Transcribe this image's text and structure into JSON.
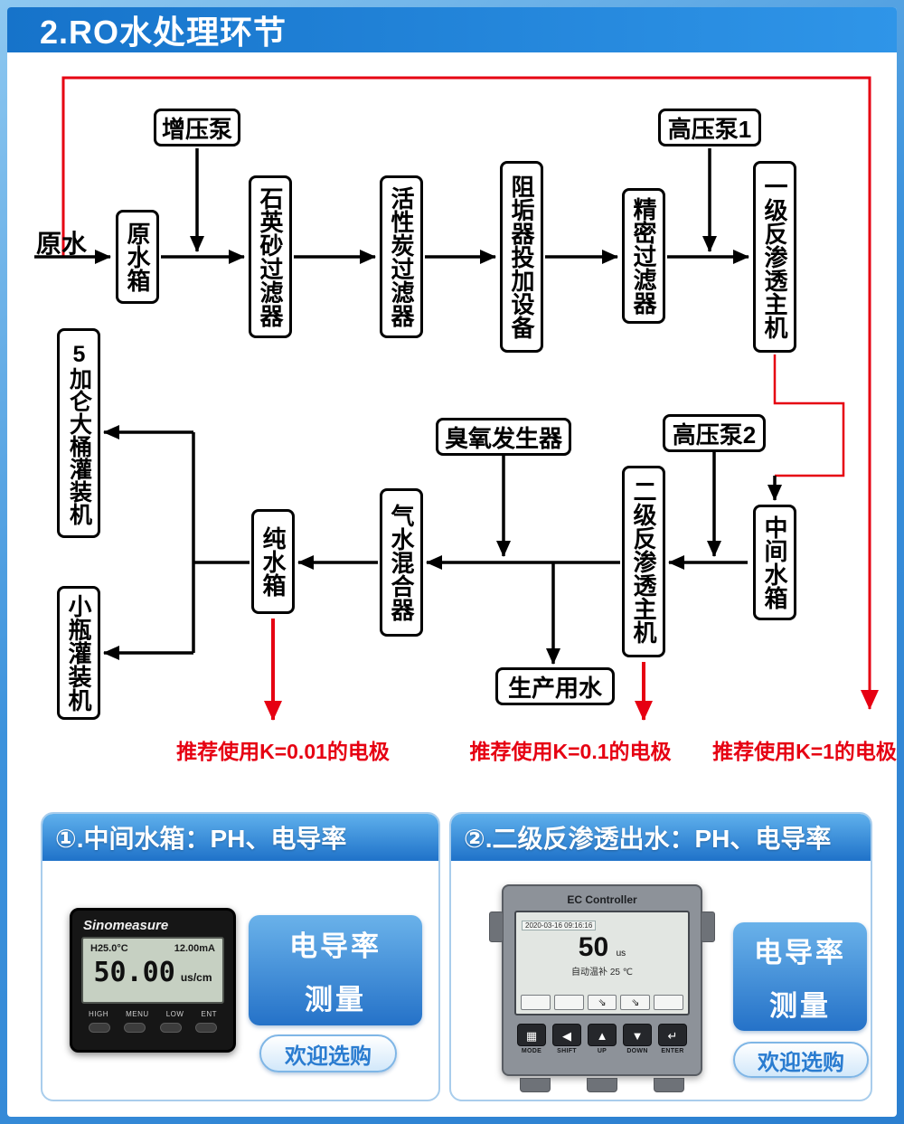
{
  "header": {
    "title": "2.RO水处理环节"
  },
  "colors": {
    "accent_blue": "#1f72c9",
    "line_red": "#e60012"
  },
  "flow": {
    "raw_water_label": "原水",
    "boxes": {
      "raw_tank": "原水箱",
      "booster_pump": "增压泵",
      "quartz_filter": "石英砂过滤器",
      "carbon_filter": "活性炭过滤器",
      "antiscalant_unit": "阻垢器投加设备",
      "precision_filter": "精密过滤器",
      "hp_pump1": "高压泵1",
      "ro1": "一级反渗透主机",
      "gallon5_filler": "5加仑大桶灌装机",
      "small_bottle_filler": "小瓶灌装机",
      "pure_tank": "纯水箱",
      "mixer": "气水混合器",
      "ozone": "臭氧发生器",
      "ro2": "二级反渗透主机",
      "hp_pump2": "高压泵2",
      "mid_tank": "中间水箱",
      "production_water": "生产用水"
    },
    "annotations": {
      "k001": "推荐使用K=0.01的电极",
      "k01": "推荐使用K=0.1的电极",
      "k1": "推荐使用K=1的电极"
    }
  },
  "cards": {
    "card1": {
      "title": "①.中间水箱：PH、电导率",
      "panel_line1": "电导率",
      "panel_line2": "测量",
      "buy_button": "欢迎选购",
      "device": {
        "brand": "Sinomeasure",
        "lcd_temp": "H25.0°C",
        "lcd_ma": "12.00mA",
        "lcd_value": "50.00",
        "lcd_unit": "us/cm",
        "keys": [
          "HIGH",
          "MENU",
          "LOW",
          "ENT"
        ]
      }
    },
    "card2": {
      "title": "②.二级反渗透出水：PH、电导率",
      "panel_line1": "电导率",
      "panel_line2": "测量",
      "buy_button": "欢迎选购",
      "device": {
        "title": "EC Controller",
        "datetime": "2020-03-16 09:16:16",
        "value": "50",
        "unit": "us",
        "temp_label": "自动温补",
        "temp_value": "25",
        "temp_unit": "℃",
        "softkey_icons": [
          "",
          "",
          "⇘",
          "⇘",
          ""
        ],
        "keys": [
          {
            "icon": "▦",
            "label": "MODE"
          },
          {
            "icon": "◀",
            "label": "SHIFT"
          },
          {
            "icon": "▲",
            "label": "UP"
          },
          {
            "icon": "▼",
            "label": "DOWN"
          },
          {
            "icon": "↵",
            "label": "ENTER"
          }
        ]
      }
    }
  }
}
